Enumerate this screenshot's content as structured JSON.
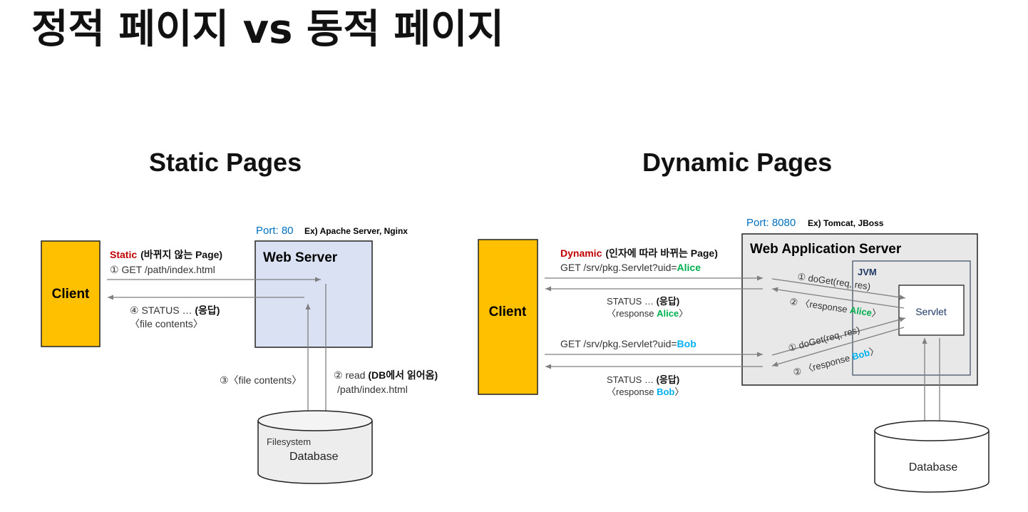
{
  "title": "정적 페이지 vs 동적 페이지",
  "colors": {
    "client": "#FFC000",
    "webserver": "#D9E1F2",
    "was": "#E8E8E8",
    "static_red": "#C00000",
    "port_blue": "#0070C0",
    "alice_green": "#00B050",
    "bob_blue": "#00B0F0",
    "jvm_border": "#44546A",
    "arrow": "#7F7F7F"
  },
  "static": {
    "heading": "Static Pages",
    "client": "Client",
    "server_port": "Port: 80",
    "server_example": "Ex) Apache Server, Nginx",
    "server": "Web Server",
    "req_kind": "Static",
    "req_kind_note": "(바뀌지 않는 Page)",
    "req_line": "① GET /path/index.html",
    "res_status": "④ STATUS … ",
    "res_status_bold": "(응답)",
    "res_body": "〈file contents〉",
    "read_step": "② read ",
    "read_step_bold": "(DB에서 읽어옴)",
    "read_path": "/path/index.html",
    "file_step": "③〈file contents〉",
    "db_label_small": "Filesystem",
    "db_label": "Database"
  },
  "dynamic": {
    "heading": "Dynamic Pages",
    "client": "Client",
    "server_port": "Port: 8080",
    "server_example": "Ex) Tomcat, JBoss",
    "server": "Web Application Server",
    "jvm": "JVM",
    "servlet": "Servlet",
    "req_kind": "Dynamic",
    "req_kind_note": "(인자에 따라 바뀌는 Page)",
    "req1_prefix": "GET /srv/pkg.Servlet?uid=",
    "req1_user": "Alice",
    "res1_status": "STATUS … ",
    "res1_bold": "(응답)",
    "res1_prefix": "〈response ",
    "res1_user": "Alice",
    "res1_suffix": "〉",
    "req2_prefix": "GET /srv/pkg.Servlet?uid=",
    "req2_user": "Bob",
    "res2_status": "STATUS … ",
    "res2_bold": "(응답)",
    "res2_prefix": "〈response ",
    "res2_user": "Bob",
    "res2_suffix": "〉",
    "doget1": "① doGet(req, res)",
    "resp1_prefix": "② 〈response ",
    "resp1_user": "Alice",
    "resp1_suffix": "〉",
    "doget2": "① doGet(req, res)",
    "resp2_prefix": "② 〈response ",
    "resp2_user": "Bob",
    "resp2_suffix": "〉",
    "db_label": "Database"
  }
}
